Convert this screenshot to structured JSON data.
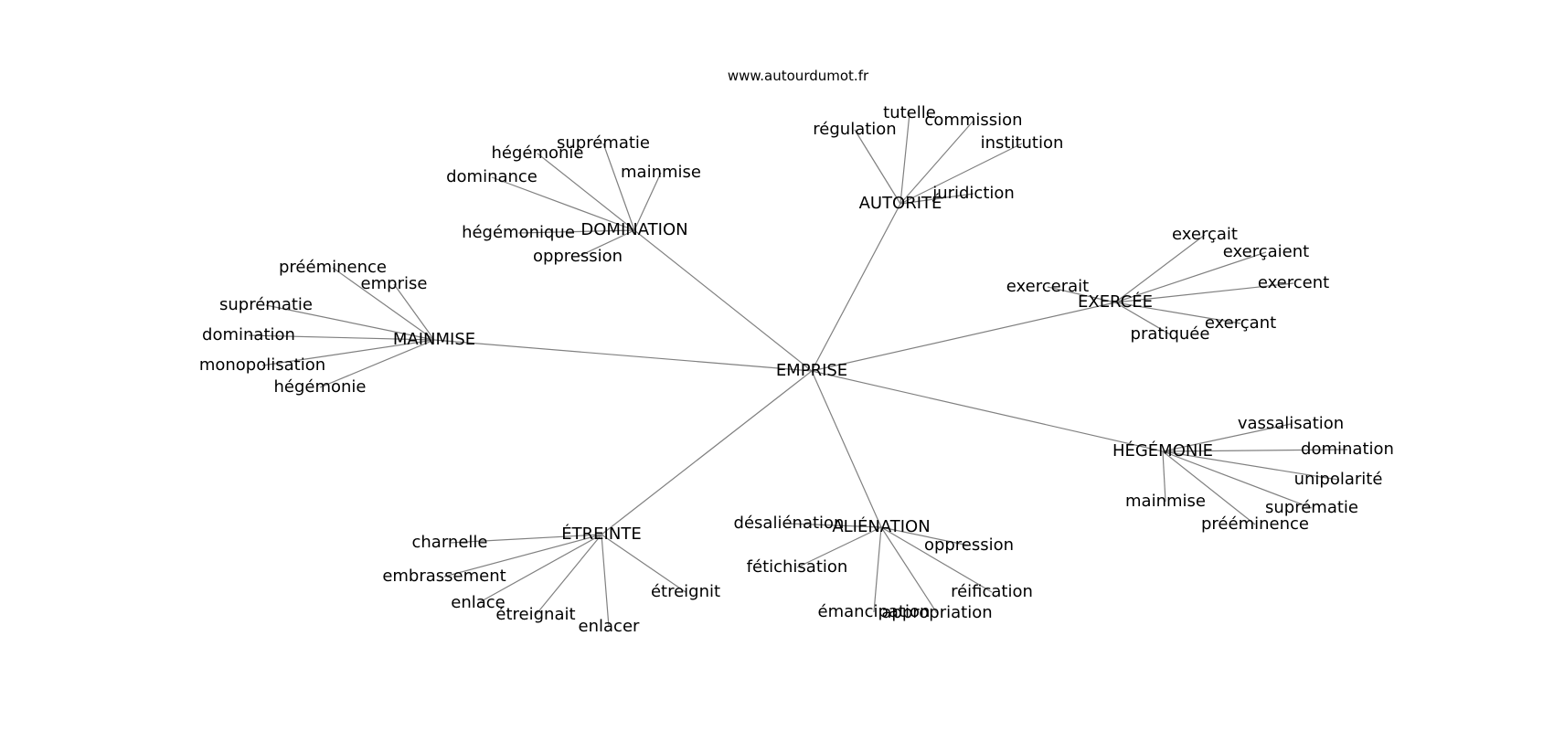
{
  "site": "www.autourdumot.fr",
  "center": "EMPRISE",
  "groups": [
    {
      "id": "autorite",
      "label": "AUTORITÉ",
      "leaves": [
        "régulation",
        "tutelle",
        "commission",
        "institution",
        "juridiction"
      ]
    },
    {
      "id": "domination",
      "label": "DOMINATION",
      "leaves": [
        "suprématie",
        "hégémonie",
        "mainmise",
        "dominance",
        "hégémonique",
        "oppression"
      ]
    },
    {
      "id": "exercee",
      "label": "EXERCÉE",
      "leaves": [
        "exerçait",
        "exerçaient",
        "exercerait",
        "exercent",
        "exerçant",
        "pratiquée"
      ]
    },
    {
      "id": "mainmise",
      "label": "MAINMISE",
      "leaves": [
        "prééminence",
        "emprise",
        "suprématie",
        "domination",
        "monopolisation",
        "hégémonie"
      ]
    },
    {
      "id": "hegemonie",
      "label": "HÉGÉMONIE",
      "leaves": [
        "vassalisation",
        "domination",
        "unipolarité",
        "mainmise",
        "suprématie",
        "prééminence"
      ]
    },
    {
      "id": "etreinte",
      "label": "ÉTREINTE",
      "leaves": [
        "charnelle",
        "embrassement",
        "enlace",
        "étreignit",
        "étreignait",
        "enlacer"
      ]
    },
    {
      "id": "alienation",
      "label": "ALIÉNATION",
      "leaves": [
        "désaliénation",
        "fétichisation",
        "oppression",
        "réification",
        "émancipation",
        "appropriation"
      ]
    }
  ]
}
